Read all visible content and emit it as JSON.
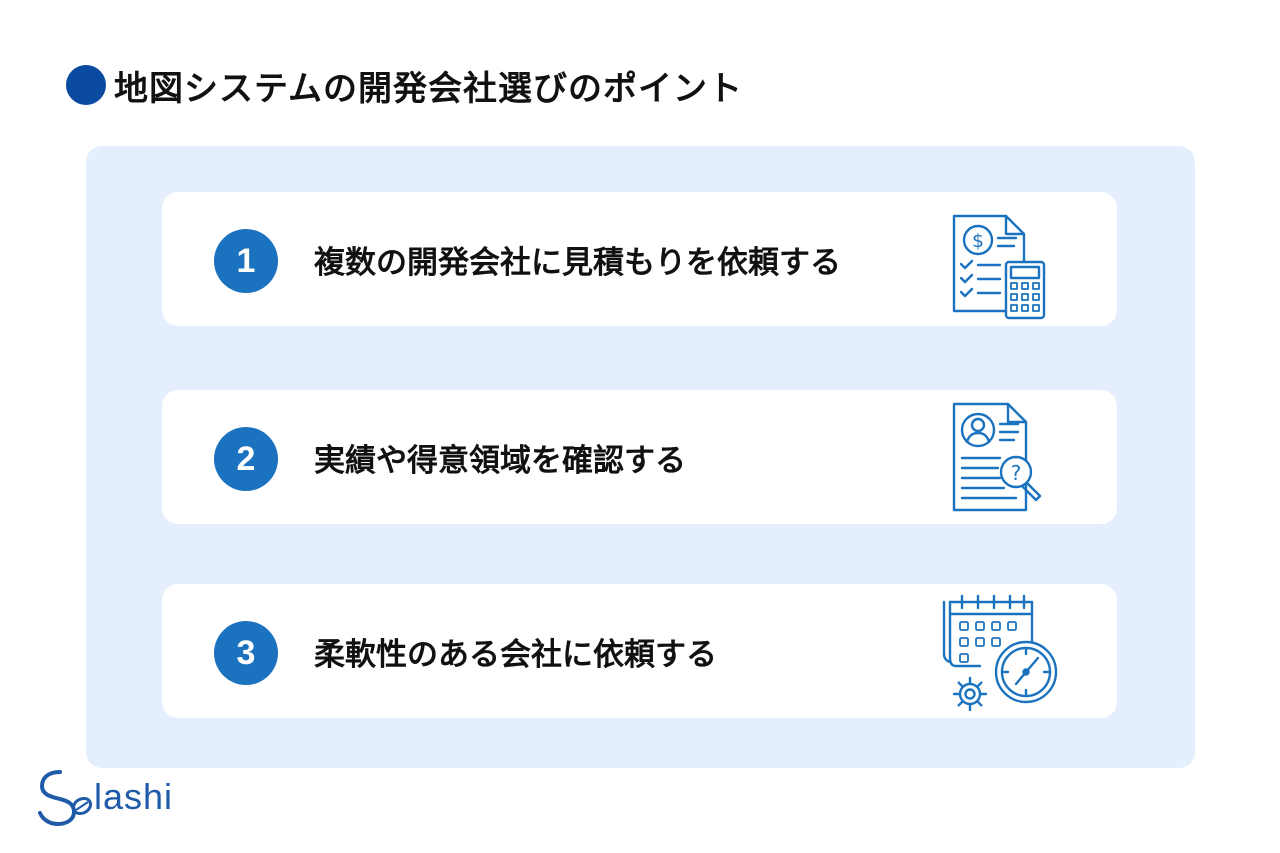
{
  "header": {
    "title": "地図システムの開発会社選びのポイント"
  },
  "points": [
    {
      "number": "1",
      "text": "複数の開発会社に見積もりを依頼する",
      "icon": "quote-calculator-icon"
    },
    {
      "number": "2",
      "text": "実績や得意領域を確認する",
      "icon": "resume-search-icon"
    },
    {
      "number": "3",
      "text": "柔軟性のある会社に依頼する",
      "icon": "calendar-clock-gear-icon"
    }
  ],
  "brand": {
    "logo_text": "lashi",
    "logo_mark": "S"
  },
  "colors": {
    "accent": "#1b73bf",
    "title_dot": "#0a4aa1",
    "panel_bg": "#e5eefd",
    "icon_stroke": "#1b73bf"
  }
}
